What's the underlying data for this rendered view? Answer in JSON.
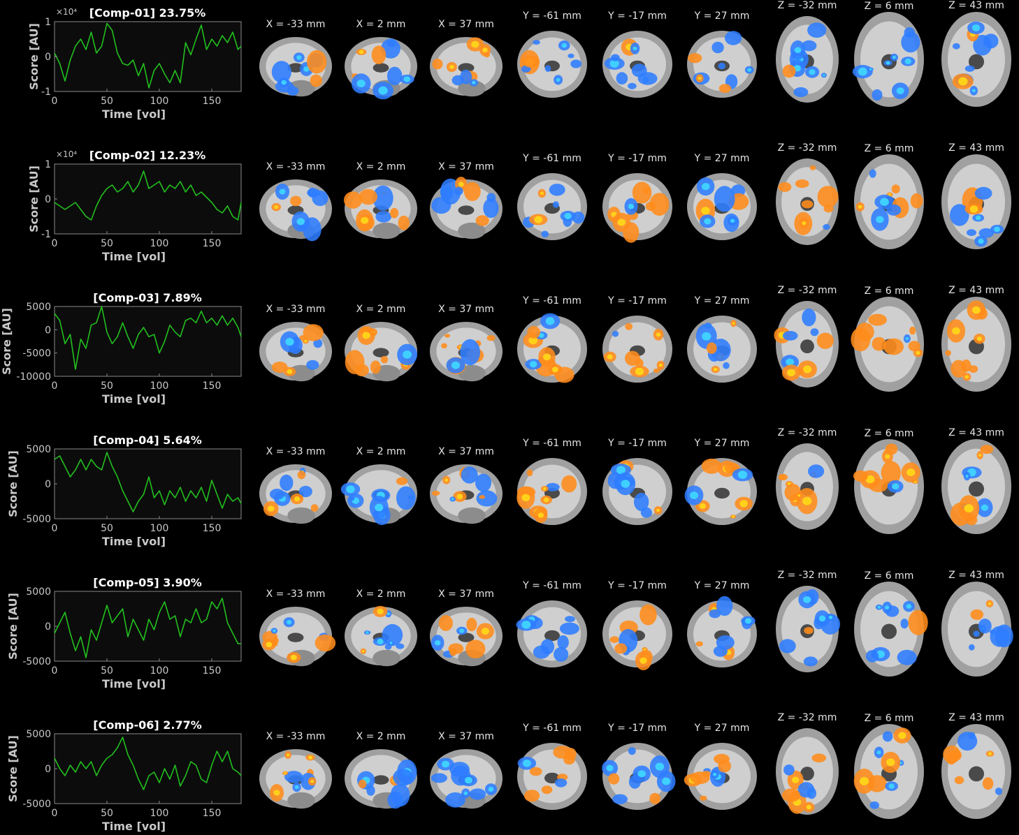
{
  "colors": {
    "background": "#000000",
    "trace": "#22c01e",
    "axes_text": "#c8c8c8",
    "title_text": "#ffffff",
    "slice_label": "#e6e6e6",
    "positive_map": "#ff8c1a",
    "negative_map": "#2e7dff"
  },
  "chart_data": [
    {
      "type": "line",
      "title": "[Comp-01] 23.75%",
      "xlabel": "Time [vol]",
      "ylabel": "Score [AU]",
      "multiplier": "×10⁴",
      "xlim": [
        0,
        178
      ],
      "ylim": [
        -1,
        1
      ],
      "xticks": [
        "0",
        "50",
        "100",
        "150"
      ],
      "yticks": [
        "1",
        "0",
        "-1"
      ],
      "grid": false,
      "x": [
        0,
        5,
        10,
        15,
        20,
        25,
        30,
        35,
        40,
        45,
        50,
        55,
        60,
        65,
        70,
        75,
        80,
        85,
        90,
        95,
        100,
        105,
        110,
        115,
        120,
        125,
        130,
        135,
        140,
        145,
        150,
        155,
        160,
        165,
        170,
        175,
        178
      ],
      "series": [
        {
          "values": [
            0.1,
            -0.2,
            -0.7,
            -0.1,
            0.3,
            0.5,
            0.2,
            0.7,
            0.1,
            0.3,
            0.95,
            0.75,
            0.1,
            -0.2,
            -0.25,
            -0.1,
            -0.55,
            -0.2,
            -0.9,
            -0.4,
            -0.2,
            -0.5,
            -0.75,
            -0.4,
            -0.75,
            0.4,
            0.05,
            0.5,
            0.9,
            0.2,
            0.5,
            0.3,
            0.6,
            0.4,
            0.7,
            0.2,
            0.3
          ]
        }
      ]
    },
    {
      "type": "line",
      "title": "[Comp-02] 12.23%",
      "xlabel": "Time [vol]",
      "ylabel": "Score [AU]",
      "multiplier": "×10⁴",
      "xlim": [
        0,
        178
      ],
      "ylim": [
        -1,
        1
      ],
      "xticks": [
        "0",
        "50",
        "100",
        "150"
      ],
      "yticks": [
        "1",
        "0",
        "-1"
      ],
      "grid": false,
      "x": [
        0,
        5,
        10,
        15,
        20,
        25,
        30,
        35,
        40,
        45,
        50,
        55,
        60,
        65,
        70,
        75,
        80,
        85,
        90,
        95,
        100,
        105,
        110,
        115,
        120,
        125,
        130,
        135,
        140,
        145,
        150,
        155,
        160,
        165,
        170,
        175,
        178
      ],
      "series": [
        {
          "values": [
            -0.1,
            -0.2,
            -0.3,
            -0.2,
            -0.1,
            -0.3,
            -0.5,
            -0.6,
            -0.2,
            0.1,
            0.3,
            0.4,
            0.2,
            0.3,
            0.5,
            0.2,
            0.4,
            0.8,
            0.3,
            0.4,
            0.5,
            0.2,
            0.4,
            0.3,
            0.5,
            0.2,
            0.4,
            0.1,
            0.2,
            0.05,
            -0.1,
            -0.3,
            -0.4,
            -0.2,
            -0.5,
            -0.6,
            -0.1
          ]
        }
      ]
    },
    {
      "type": "line",
      "title": "[Comp-03] 7.89%",
      "xlabel": "Time [vol]",
      "ylabel": "Score [AU]",
      "xlim": [
        0,
        178
      ],
      "ylim": [
        -10000,
        5000
      ],
      "xticks": [
        "0",
        "50",
        "100",
        "150"
      ],
      "yticks": [
        "5000",
        "0",
        "-5000",
        "-10000"
      ],
      "grid": false,
      "x": [
        0,
        5,
        10,
        15,
        20,
        25,
        30,
        35,
        40,
        45,
        50,
        55,
        60,
        65,
        70,
        75,
        80,
        85,
        90,
        95,
        100,
        105,
        110,
        115,
        120,
        125,
        130,
        135,
        140,
        145,
        150,
        155,
        160,
        165,
        170,
        175,
        178
      ],
      "series": [
        {
          "values": [
            3500,
            2000,
            -3000,
            -1000,
            -8500,
            -2000,
            -4000,
            1000,
            1500,
            5000,
            -500,
            -3000,
            -1500,
            1500,
            -1500,
            -4000,
            -1000,
            500,
            -1500,
            -1000,
            -5000,
            -2500,
            1000,
            -500,
            -1500,
            2000,
            2500,
            1500,
            4000,
            1500,
            2500,
            1000,
            3000,
            1000,
            2500,
            500,
            -1500
          ]
        }
      ]
    },
    {
      "type": "line",
      "title": "[Comp-04] 5.64%",
      "xlabel": "Time [vol]",
      "ylabel": "Score [AU]",
      "xlim": [
        0,
        178
      ],
      "ylim": [
        -5000,
        5000
      ],
      "xticks": [
        "0",
        "50",
        "100",
        "150"
      ],
      "yticks": [
        "5000",
        "0",
        "-5000"
      ],
      "grid": false,
      "x": [
        0,
        5,
        10,
        15,
        20,
        25,
        30,
        35,
        40,
        45,
        50,
        55,
        60,
        65,
        70,
        75,
        80,
        85,
        90,
        95,
        100,
        105,
        110,
        115,
        120,
        125,
        130,
        135,
        140,
        145,
        150,
        155,
        160,
        165,
        170,
        175,
        178
      ],
      "series": [
        {
          "values": [
            3500,
            4000,
            2500,
            1000,
            2000,
            3500,
            2000,
            3500,
            2500,
            2000,
            4500,
            2500,
            1000,
            -1000,
            -2500,
            -4000,
            -2500,
            -1500,
            1000,
            -2000,
            -1000,
            -3000,
            -1000,
            -2000,
            -500,
            -2500,
            -1000,
            -2000,
            -500,
            -2500,
            500,
            -1500,
            -3500,
            -1500,
            -2500,
            -2000,
            -2800
          ]
        }
      ]
    },
    {
      "type": "line",
      "title": "[Comp-05] 3.90%",
      "xlabel": "Time [vol]",
      "ylabel": "Score [AU]",
      "xlim": [
        0,
        178
      ],
      "ylim": [
        -5000,
        5000
      ],
      "xticks": [
        "0",
        "50",
        "100",
        "150"
      ],
      "yticks": [
        "5000",
        "0",
        "-5000"
      ],
      "grid": false,
      "x": [
        0,
        5,
        10,
        15,
        20,
        25,
        30,
        35,
        40,
        45,
        50,
        55,
        60,
        65,
        70,
        75,
        80,
        85,
        90,
        95,
        100,
        105,
        110,
        115,
        120,
        125,
        130,
        135,
        140,
        145,
        150,
        155,
        160,
        165,
        170,
        175,
        178
      ],
      "series": [
        {
          "values": [
            -1000,
            500,
            2000,
            -1000,
            -3500,
            -1500,
            -4500,
            -500,
            -2000,
            500,
            3000,
            500,
            1500,
            2500,
            -1500,
            1000,
            -500,
            -2000,
            1000,
            -500,
            2000,
            3500,
            1000,
            1500,
            -1500,
            1000,
            500,
            2500,
            500,
            1000,
            3500,
            2500,
            4000,
            500,
            -1000,
            -2500,
            -2500
          ]
        }
      ]
    },
    {
      "type": "line",
      "title": "[Comp-06] 2.77%",
      "xlabel": "Time [vol]",
      "ylabel": "Score [AU]",
      "xlim": [
        0,
        178
      ],
      "ylim": [
        -5000,
        5000
      ],
      "xticks": [
        "0",
        "50",
        "100",
        "150"
      ],
      "yticks": [
        "5000",
        "0",
        "-5000"
      ],
      "grid": false,
      "x": [
        0,
        5,
        10,
        15,
        20,
        25,
        30,
        35,
        40,
        45,
        50,
        55,
        60,
        65,
        70,
        75,
        80,
        85,
        90,
        95,
        100,
        105,
        110,
        115,
        120,
        125,
        130,
        135,
        140,
        145,
        150,
        155,
        160,
        165,
        170,
        175,
        178
      ],
      "series": [
        {
          "values": [
            1500,
            0,
            -1000,
            500,
            -500,
            1000,
            0,
            1000,
            -1000,
            500,
            1500,
            2000,
            3000,
            4500,
            2000,
            500,
            -1500,
            -3000,
            -1000,
            -500,
            -2000,
            0,
            -1500,
            500,
            -2500,
            -1000,
            1000,
            500,
            -1500,
            -2000,
            500,
            2500,
            1000,
            2500,
            0,
            -500,
            -1000
          ]
        }
      ]
    }
  ],
  "slice_labels": [
    [
      "X = -33 mm",
      "X = 2 mm",
      "X = 37 mm",
      "Y = -61 mm",
      "Y = -17 mm",
      "Y = 27 mm",
      "Z = -32 mm",
      "Z = 6 mm",
      "Z = 43 mm"
    ],
    [
      "X = -33 mm",
      "X = 2 mm",
      "X = 37 mm",
      "Y = -61 mm",
      "Y = -17 mm",
      "Y = 27 mm",
      "Z = -32 mm",
      "Z = 6 mm",
      "Z = 43 mm"
    ],
    [
      "X = -33 mm",
      "X = 2 mm",
      "X = 37 mm",
      "Y = -61 mm",
      "Y = -17 mm",
      "Y = 27 mm",
      "Z = -32 mm",
      "Z = 6 mm",
      "Z = 43 mm"
    ],
    [
      "X = -33 mm",
      "X = 2 mm",
      "X = 37 mm",
      "Y = -61 mm",
      "Y = -17 mm",
      "Y = 27 mm",
      "Z = -32 mm",
      "Z = 6 mm",
      "Z = 43 mm"
    ],
    [
      "X = -33 mm",
      "X = 2 mm",
      "X = 37 mm",
      "Y = -61 mm",
      "Y = -17 mm",
      "Y = 27 mm",
      "Z = -32 mm",
      "Z = 6 mm",
      "Z = 43 mm"
    ],
    [
      "X = -33 mm",
      "X = 2 mm",
      "X = 37 mm",
      "Y = -61 mm",
      "Y = -17 mm",
      "Y = 27 mm",
      "Z = -32 mm",
      "Z = 6 mm",
      "Z = 43 mm"
    ]
  ],
  "slice_maps": [
    [
      "neg",
      "neg",
      "pos",
      "neg",
      "neg",
      "neg",
      "neg",
      "neg",
      "neg"
    ],
    [
      "neg",
      "pos",
      "mixed",
      "neg",
      "pos",
      "neg",
      "pos",
      "mixed",
      "mixed"
    ],
    [
      "pos",
      "pos",
      "pos",
      "pos",
      "pos",
      "pos",
      "mixed",
      "pos",
      "pos"
    ],
    [
      "mixed",
      "neg",
      "mixed",
      "pos",
      "neg",
      "pos",
      "pos",
      "mixed",
      "mixed"
    ],
    [
      "pos",
      "neg",
      "pos",
      "neg",
      "pos",
      "neg",
      "neg",
      "neg",
      "neg"
    ],
    [
      "pos",
      "neg",
      "neg",
      "pos",
      "neg",
      "pos",
      "mixed",
      "mixed",
      "pos"
    ]
  ]
}
